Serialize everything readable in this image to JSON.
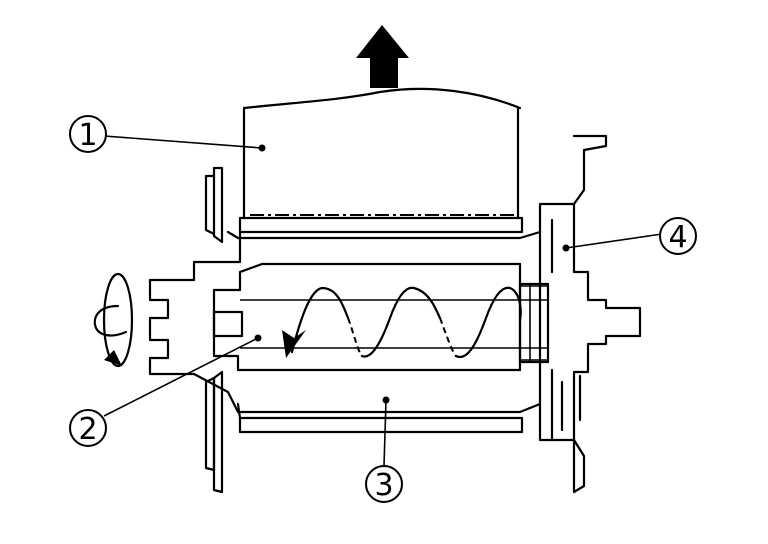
{
  "callouts": [
    {
      "id": "1",
      "label": "①"
    },
    {
      "id": "2",
      "label": "②"
    },
    {
      "id": "3",
      "label": "③"
    },
    {
      "id": "4",
      "label": "④"
    }
  ],
  "icons": {
    "direction_arrow": "up-arrow-icon",
    "rotation": "rotation-arrow-icon",
    "flow": "spiral-flow-arrow-icon"
  }
}
